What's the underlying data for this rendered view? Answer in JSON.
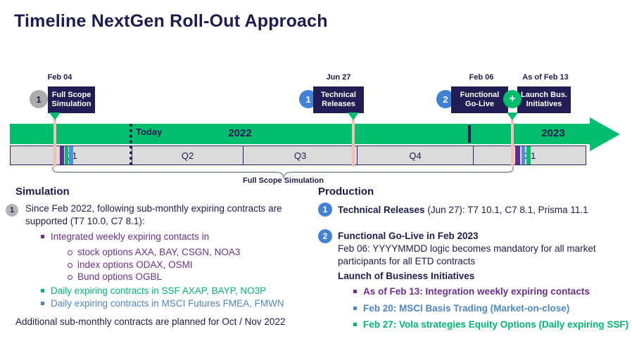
{
  "title": "Timeline NextGen Roll-Out Approach",
  "colors": {
    "navy": "#1F1B4E",
    "green": "#00BE6E",
    "blue": "#4182D6",
    "purple": "#5F2B8F",
    "pink": "#F9BDB1",
    "strip_gray": "#DBDBDB"
  },
  "timeline": {
    "today_label": "Today",
    "years": [
      {
        "label": "2022"
      },
      {
        "label": "2023"
      }
    ],
    "quarters": [
      {
        "label": "Q1"
      },
      {
        "label": "Q2"
      },
      {
        "label": "Q3"
      },
      {
        "label": "Q4"
      },
      {
        "label": "Q1"
      }
    ],
    "brace_label": "Full Scope Simulation",
    "milestones": [
      {
        "date": "Feb 04",
        "badge": "1",
        "line1": "Full Scope",
        "line2": "Simulation"
      },
      {
        "date": "Jun 27",
        "badge": "1",
        "line1": "Technical",
        "line2": "Releases"
      },
      {
        "date": "Feb 06",
        "badge": "2",
        "line1": "Functional",
        "line2": "Go-Live"
      },
      {
        "date": "As of Feb 13",
        "badge": "+",
        "line1": "Launch Bus.",
        "line2": "Initiatives"
      }
    ]
  },
  "simulation": {
    "heading": "Simulation",
    "item1_badge": "1",
    "item1_text": "Since Feb 2022, following sub-monthly expiring contracts are supported (T7 10.0, C7 8.1):",
    "bullet_integrated": "Integrated weekly expiring contacts in",
    "sub_bullets": [
      {
        "text": "stock options AXA, BAY, CSGN, NOA3"
      },
      {
        "text": "index options ODAX, OSMI"
      },
      {
        "text": "Bund options OGBL"
      }
    ],
    "bullet_ssf": "Daily expiring contracts in SSF AXAP, BAYP, NO3P",
    "bullet_msci": "Daily expiring contracts in MSCI Futures FMEA, FMWN",
    "footer": "Additional sub-monthly contracts are planned for Oct / Nov 2022"
  },
  "production": {
    "heading": "Production",
    "item1": {
      "badge": "1",
      "bold": "Technical Releases",
      "rest": " (Jun 27): T7 10.1, C7 8.1, Prisma 11.1"
    },
    "item2": {
      "badge": "2",
      "bold": "Functional Go-Live in Feb 2023",
      "rest": "Feb 06: YYYYMMDD logic becomes mandatory for all market participants for all ETD contracts"
    },
    "launch_heading": "Launch of Business Initiatives",
    "launch_bullets": [
      {
        "text": "As of Feb 13: Integration weekly expiring contacts"
      },
      {
        "text": "Feb 20: MSCI Basis Trading (Market-on-close)"
      },
      {
        "text": "Feb 27: Vola strategies Equity Options (Daily expiring SSF)"
      }
    ]
  }
}
